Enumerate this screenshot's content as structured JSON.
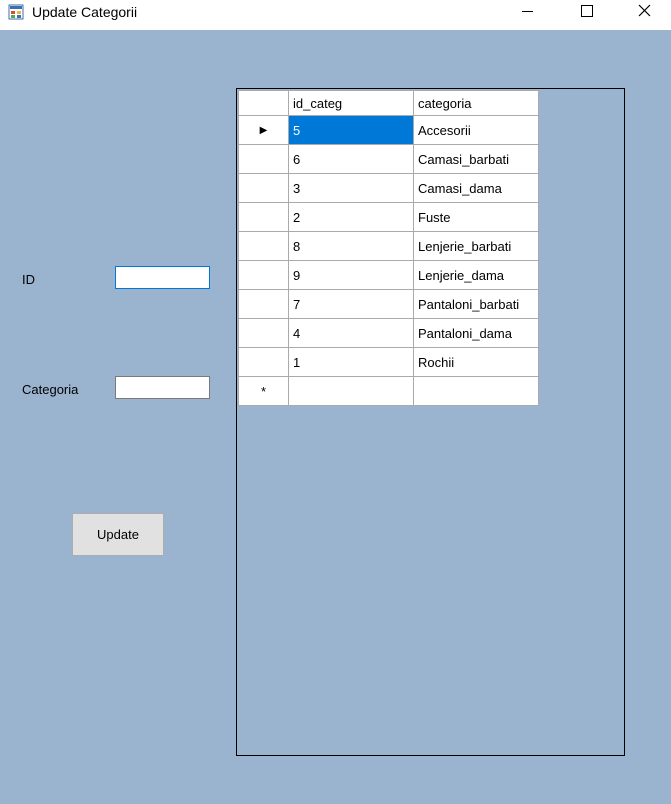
{
  "window": {
    "title": "Update Categorii"
  },
  "form": {
    "id_label": "ID",
    "id_value": "",
    "categoria_label": "Categoria",
    "categoria_value": "",
    "update_button": "Update"
  },
  "grid": {
    "columns": [
      "id_categ",
      "categoria"
    ],
    "rows": [
      {
        "id": "5",
        "categoria": "Accesorii"
      },
      {
        "id": "6",
        "categoria": "Camasi_barbati"
      },
      {
        "id": "3",
        "categoria": "Camasi_dama"
      },
      {
        "id": "2",
        "categoria": "Fuste"
      },
      {
        "id": "8",
        "categoria": "Lenjerie_barbati"
      },
      {
        "id": "9",
        "categoria": "Lenjerie_dama"
      },
      {
        "id": "7",
        "categoria": "Pantaloni_barbati"
      },
      {
        "id": "4",
        "categoria": "Pantaloni_dama"
      },
      {
        "id": "1",
        "categoria": "Rochii"
      }
    ],
    "selected_row": 0,
    "current_row_glyph": "▶",
    "new_row_glyph": "*",
    "selection_color": "#0078d7"
  },
  "colors": {
    "form_background": "#9ab4d0",
    "accent": "#0078d7"
  },
  "icons": {
    "app": "form-window-icon",
    "minimize": "minimize-icon",
    "maximize": "maximize-icon",
    "close": "close-icon"
  }
}
